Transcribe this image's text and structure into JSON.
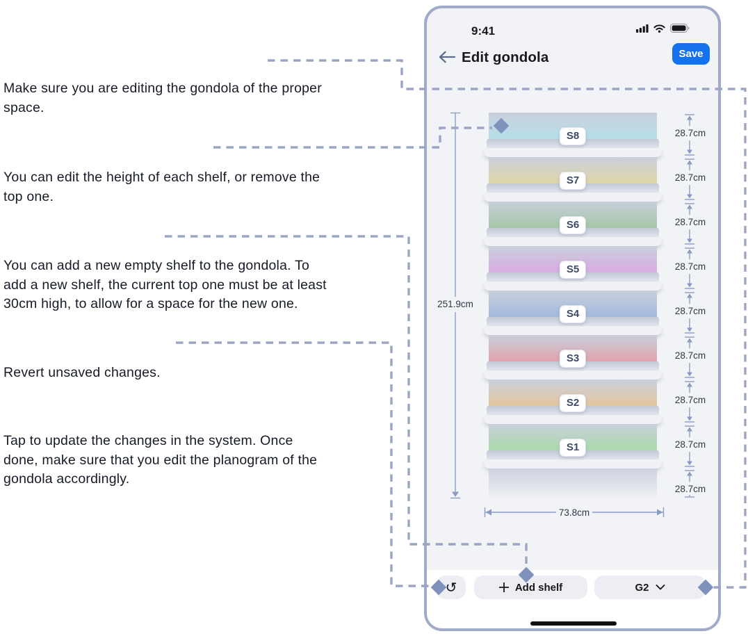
{
  "annotations": {
    "items": [
      {
        "id": "proper-space-note",
        "text": "Make sure you are editing the gondola of the proper\nspace."
      },
      {
        "id": "edit-height-note",
        "text": "You can edit the height of each shelf, or remove the\ntop one."
      },
      {
        "id": "add-shelf-note",
        "text": "You can add a new empty shelf to the gondola. To\nadd a new shelf, the current top one must be at least\n30cm high, to allow for a space for the new one."
      },
      {
        "id": "revert-note",
        "text": "Revert unsaved changes."
      },
      {
        "id": "save-note",
        "text": "Tap to update the changes in the system. Once\ndone, make sure that you edit the planogram of the\ngondola accordingly."
      }
    ]
  },
  "phone": {
    "status_bar": {
      "time": "9:41",
      "icons": [
        "cellular-signal-icon",
        "wifi-icon",
        "battery-icon"
      ]
    },
    "header": {
      "back_icon": "arrow-left-icon",
      "title": "Edit gondola",
      "save_label": "Save"
    },
    "gondola": {
      "total_height": "251.9cm",
      "base_width": "73.8cm",
      "shelves": [
        {
          "label": "S8",
          "height": "28.7cm",
          "color": "#b7dfea"
        },
        {
          "label": "S7",
          "height": "28.7cm",
          "color": "#ded7ab"
        },
        {
          "label": "S6",
          "height": "28.7cm",
          "color": "#a6c9aa"
        },
        {
          "label": "S5",
          "height": "28.7cm",
          "color": "#d7aee1"
        },
        {
          "label": "S4",
          "height": "28.7cm",
          "color": "#a4bcdf"
        },
        {
          "label": "S3",
          "height": "28.7cm",
          "color": "#dfa6af"
        },
        {
          "label": "S2",
          "height": "28.7cm",
          "color": "#e3c7a2"
        },
        {
          "label": "S1",
          "height": "28.7cm",
          "color": "#acdaae"
        },
        {
          "label": "",
          "height": "28.7cm",
          "color": "",
          "base": true
        }
      ]
    },
    "toolbar": {
      "revert_icon": "undo-icon",
      "revert_glyph": "↺",
      "add_icon": "plus-icon",
      "add_shelf_label": "Add shelf",
      "gondola_selector_value": "G2",
      "dropdown_icon": "chevron-down-icon"
    }
  },
  "colors": {
    "accent_blue": "#1473ec",
    "connector": "#9aa6c4",
    "diamond": "#7e92bc",
    "phone_bg": "#f2f3f6",
    "frame": "#9fabc9",
    "dim_line": "#8b9cc4"
  }
}
